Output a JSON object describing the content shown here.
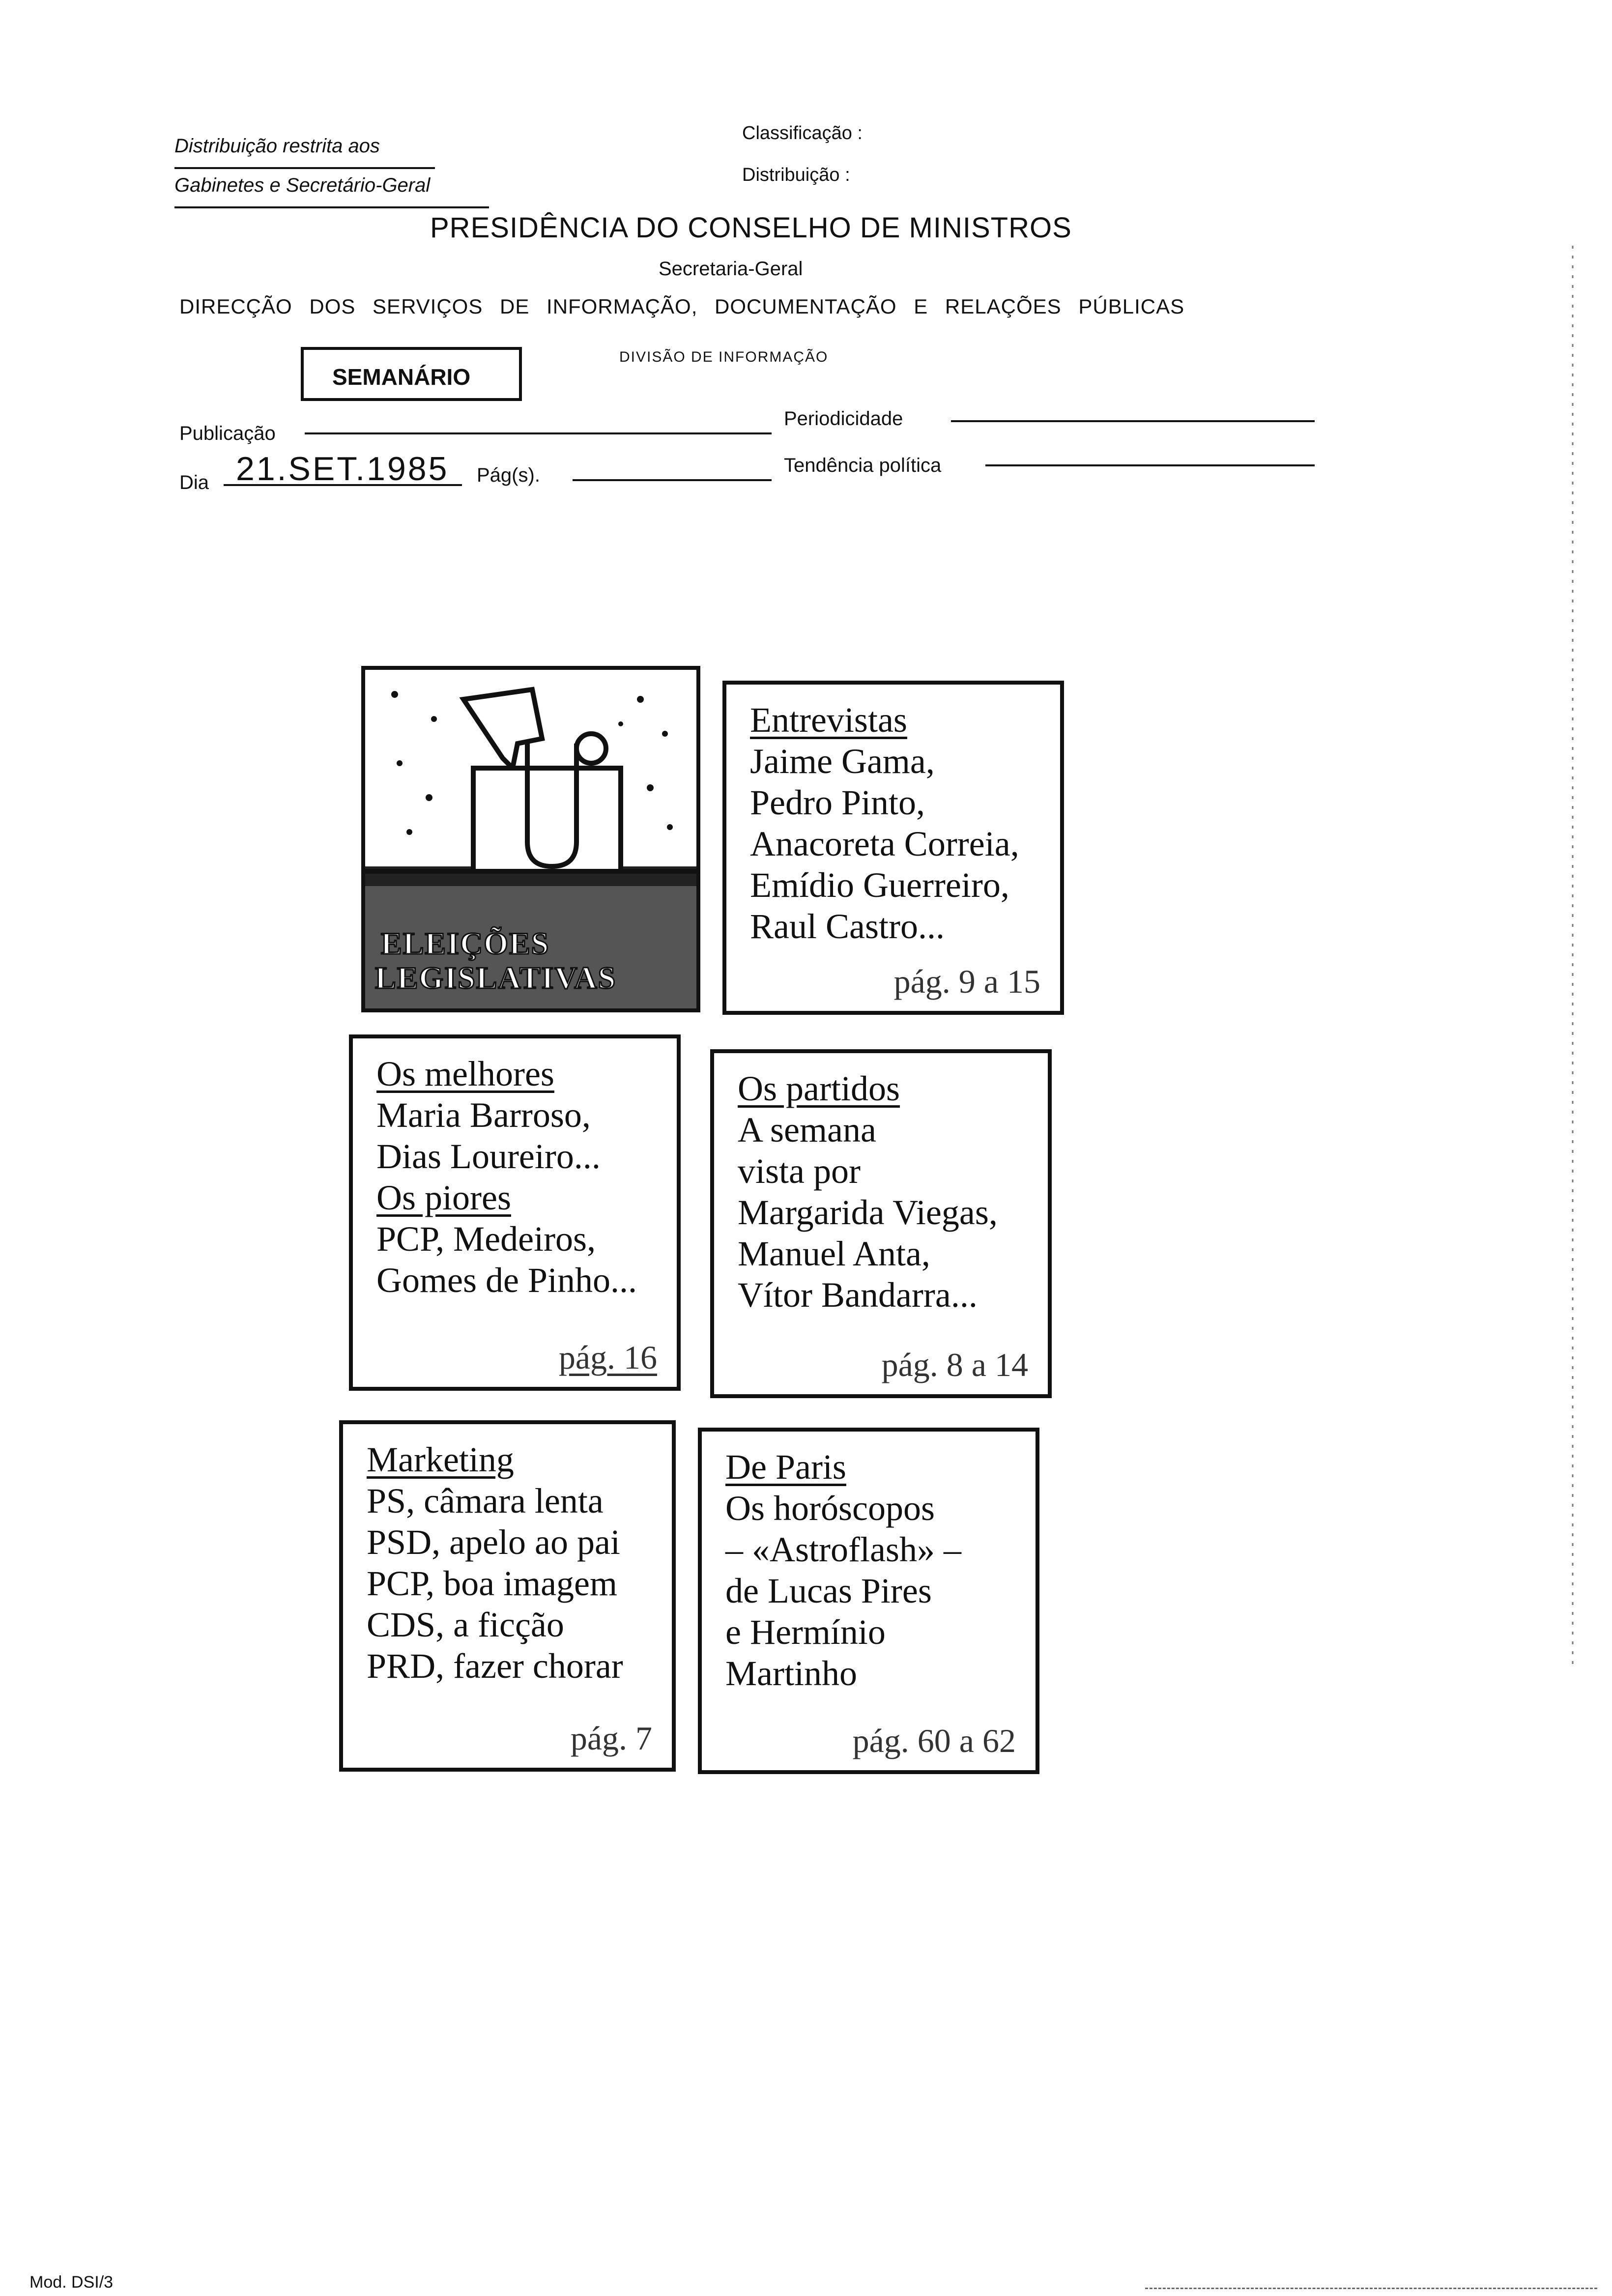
{
  "header": {
    "restriction_line1": "Distribuição restrita aos",
    "restriction_line2": "Gabinetes e Secretário-Geral",
    "classificacao_label": "Classificação :",
    "distribuicao_label": "Distribuição :",
    "organization": "PRESIDÊNCIA DO CONSELHO DE MINISTROS",
    "secretariat": "Secretaria-Geral",
    "directorate": "DIRECÇÃO DOS SERVIÇOS DE INFORMAÇÃO, DOCUMENTAÇÃO E RELAÇÕES PÚBLICAS",
    "division": "DIVISÃO DE INFORMAÇÃO",
    "publication_stamp": "SEMANÁRIO"
  },
  "form": {
    "publicacao_label": "Publicação",
    "periodicidade_label": "Periodicidade",
    "dia_label": "Dia",
    "dia_value": "21.SET.1985",
    "pags_label": "Pág(s).",
    "tendencia_label": "Tendência política"
  },
  "clipping": {
    "image_caption_line1": "ELEIÇÕES",
    "image_caption_line2": "LEGISLATIVAS",
    "boxes": [
      {
        "lines": [
          "Entrevistas",
          "Jaime Gama,",
          "Pedro Pinto,",
          "Anacoreta Correia,",
          "Emídio Guerreiro,",
          "Raul Castro..."
        ],
        "page": "pág. 9 a 15"
      },
      {
        "lines": [
          "Os melhores",
          "Maria Barroso,",
          "Dias Loureiro...",
          "Os piores",
          "PCP, Medeiros,",
          "Gomes de Pinho..."
        ],
        "page": "pág. 16"
      },
      {
        "lines": [
          "Os partidos",
          "A semana",
          "vista por",
          "Margarida Viegas,",
          "Manuel Anta,",
          "Vítor Bandarra..."
        ],
        "page": "pág. 8 a 14"
      },
      {
        "lines": [
          "Marketing",
          "PS, câmara lenta",
          "PSD, apelo ao pai",
          "PCP, boa imagem",
          "CDS, a ficção",
          "PRD, fazer chorar"
        ],
        "page": "pág. 7"
      },
      {
        "lines": [
          "De Paris",
          "Os horóscopos",
          "– «Astroflash» –",
          "de Lucas Pires",
          "e Hermínio",
          "Martinho"
        ],
        "page": "pág. 60 a 62"
      }
    ]
  },
  "footer": {
    "form_code": "Mod. DSI/3"
  }
}
